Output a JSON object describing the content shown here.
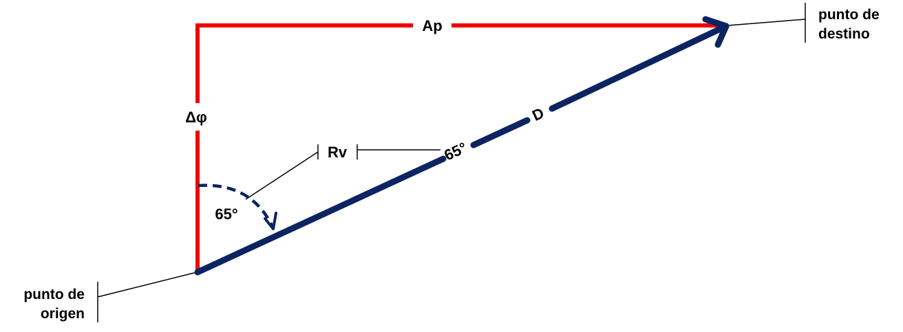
{
  "colors": {
    "red": "#ee0000",
    "navy": "#0c2461",
    "black": "#000000",
    "background": "#ffffff"
  },
  "labels": {
    "ap": "Ap",
    "delta_phi": "Δφ",
    "rv": "Rv",
    "d": "D",
    "angle_along_d": "65°",
    "angle_at_origin": "65°",
    "destination_line1": "punto de",
    "destination_line2": "destino",
    "origin_line1": "punto de",
    "origin_line2": "origen"
  }
}
